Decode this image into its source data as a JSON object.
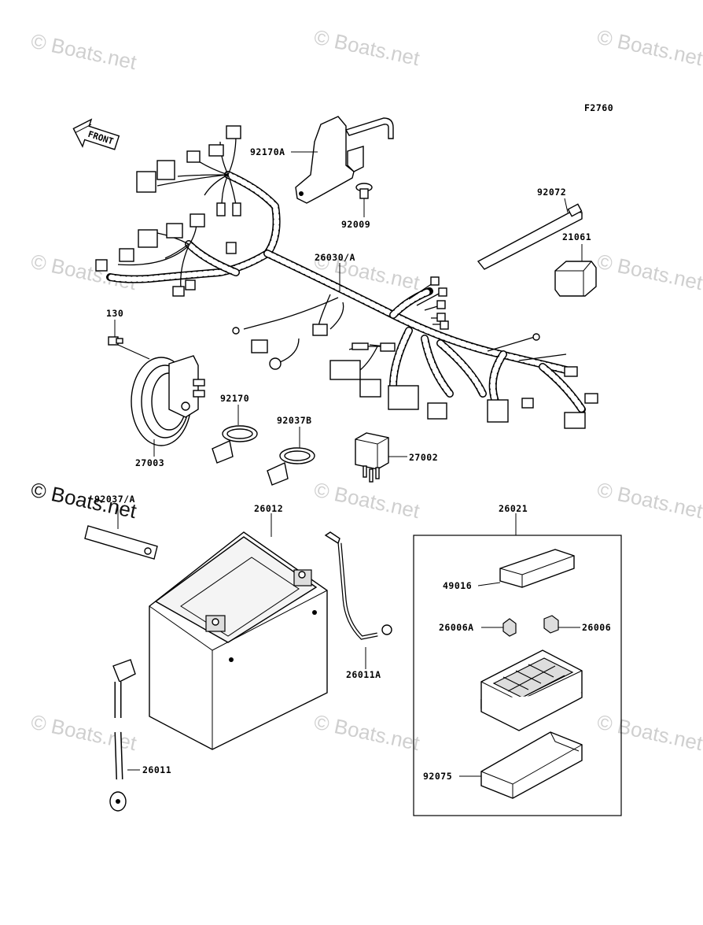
{
  "figure_code": "F2760",
  "front_label": "FRONT",
  "watermark": "© Boats.net",
  "watermark_big": "© Boats.net",
  "parts": {
    "p92170A": "92170A",
    "p92009": "92009",
    "p92072": "92072",
    "p21061": "21061",
    "p26030A": "26030/A",
    "p130": "130",
    "p92170": "92170",
    "p92037B": "92037B",
    "p27003": "27003",
    "p27002": "27002",
    "p92037A": "92037/A",
    "p26012": "26012",
    "p26021": "26021",
    "p49016": "49016",
    "p26006A": "26006A",
    "p26006": "26006",
    "p26011A": "26011A",
    "p26011": "26011",
    "p92075": "92075"
  }
}
